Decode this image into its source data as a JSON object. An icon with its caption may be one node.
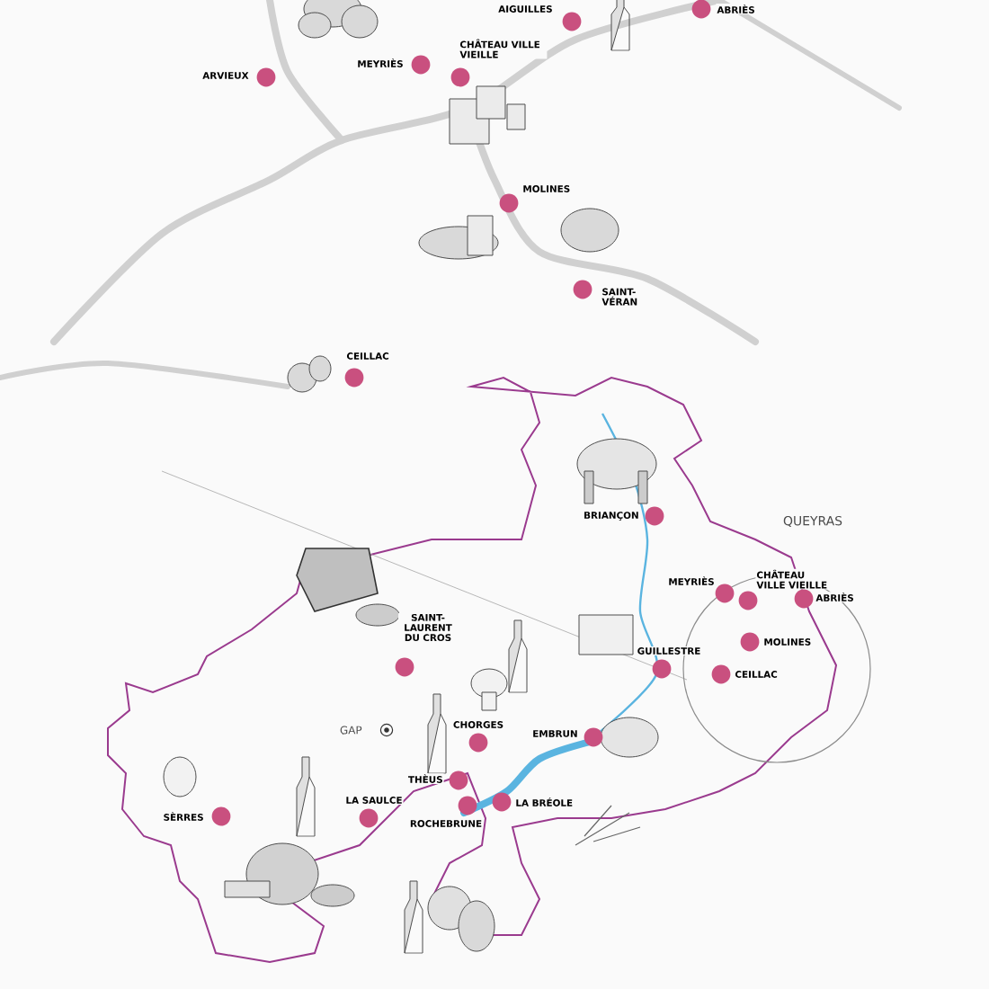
{
  "diagram": {
    "labels": [
      "AIGUILLES",
      "ABRIÈS",
      "ARVIEUX",
      "MEYRIÈS",
      "CHÂTEAU VILLE VIEILLE",
      "MOLINES",
      "SAINT-VÉRAN",
      "CEILLAC",
      "BRIANÇON",
      "QUEYRAS",
      "MEYRIÈS",
      "CHÂTEAU VILLE VIEILLE",
      "ABRIÈS",
      "MOLINES",
      "CEILLAC",
      "GUILLESTRE",
      "SAINT-LAURENT DU CROS",
      "GAP",
      "CHORGES",
      "EMBRUN",
      "THÈUS",
      "SÈRRES",
      "LA SAULCE",
      "LA BRÉOLE",
      "ROCHEBRUNE"
    ]
  }
}
